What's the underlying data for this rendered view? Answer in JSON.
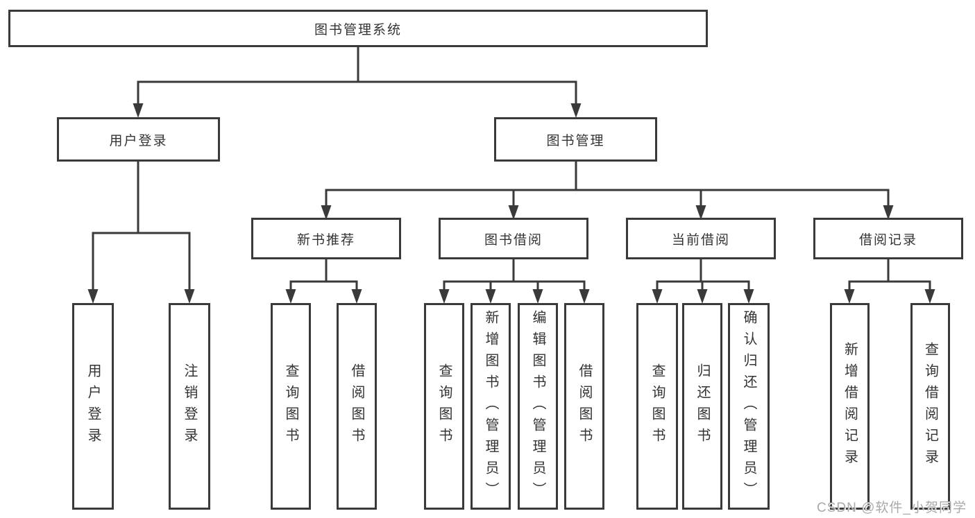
{
  "diagram_title": "图书管理系统",
  "watermark_text": "CSDN @软件_小贺同学",
  "colors": {
    "line": "#3a3a3a",
    "box_border": "#3a3a3a",
    "text": "#333333",
    "background": "#ffffff",
    "watermark": "#a9a9a9"
  },
  "tree": {
    "root": {
      "label": "图书管理系统"
    },
    "children": [
      {
        "label": "用户登录",
        "children": [
          {
            "label": "用户登录"
          },
          {
            "label": "注销登录"
          }
        ]
      },
      {
        "label": "图书管理",
        "children": [
          {
            "label": "新书推荐",
            "children": [
              {
                "label": "查询图书"
              },
              {
                "label": "借阅图书"
              }
            ]
          },
          {
            "label": "图书借阅",
            "children": [
              {
                "label": "查询图书"
              },
              {
                "label": "新增图书（管理员）"
              },
              {
                "label": "编辑图书（管理员）"
              },
              {
                "label": "借阅图书"
              }
            ]
          },
          {
            "label": "当前借阅",
            "children": [
              {
                "label": "查询图书"
              },
              {
                "label": "归还图书"
              },
              {
                "label": "确认归还（管理员）"
              }
            ]
          },
          {
            "label": "借阅记录",
            "children": [
              {
                "label": "新增借阅记录"
              },
              {
                "label": "查询借阅记录"
              }
            ]
          }
        ]
      }
    ]
  }
}
